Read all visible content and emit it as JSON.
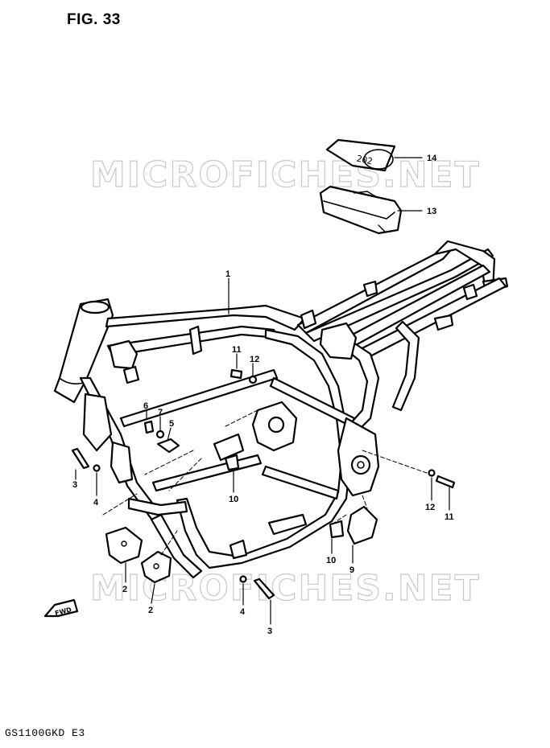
{
  "figure": {
    "title": "FIG. 33",
    "model_code": "GS1100GKD  E3"
  },
  "watermarks": [
    "MICROFICHES.NET",
    "MICROFICHES.NET"
  ],
  "callouts": [
    "14",
    "13",
    "1",
    "11",
    "12",
    "6",
    "7",
    "5",
    "3",
    "4",
    "10",
    "12",
    "11",
    "10",
    "9",
    "2",
    "2",
    "4",
    "3"
  ],
  "direction_marker": "FWD",
  "part_tag_text": "202"
}
